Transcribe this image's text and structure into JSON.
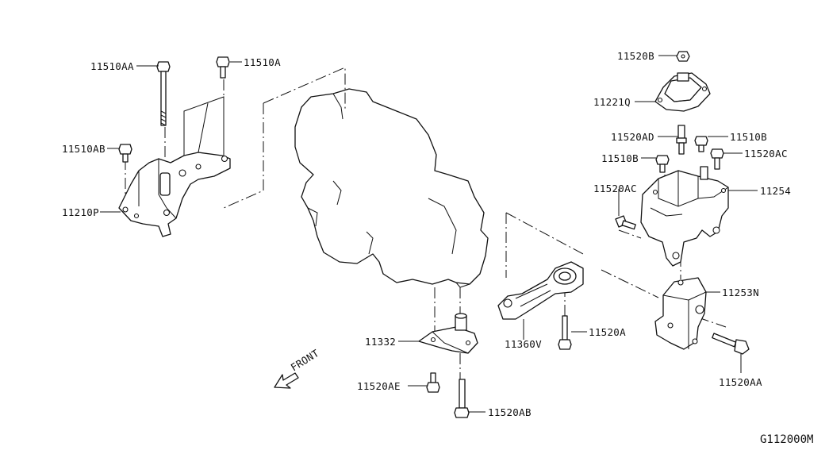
{
  "diagram_id": "G112000M",
  "front_label": "FRONT",
  "labels": {
    "p11510AA": "11510AA",
    "p11510A": "11510A",
    "p11510AB": "11510AB",
    "p11210P": "11210P",
    "p11520B": "11520B",
    "p11221Q": "11221Q",
    "p11520AD": "11520AD",
    "p11510B_1": "11510B",
    "p11510B_2": "11510B",
    "p11520AC_1": "11520AC",
    "p11520AC_2": "11520AC",
    "p11254": "11254",
    "p11253N": "11253N",
    "p11520AA": "11520AA",
    "p11520A": "11520A",
    "p11360V": "11360V",
    "p11332": "11332",
    "p11520AE": "11520AE",
    "p11520AB": "11520AB"
  }
}
